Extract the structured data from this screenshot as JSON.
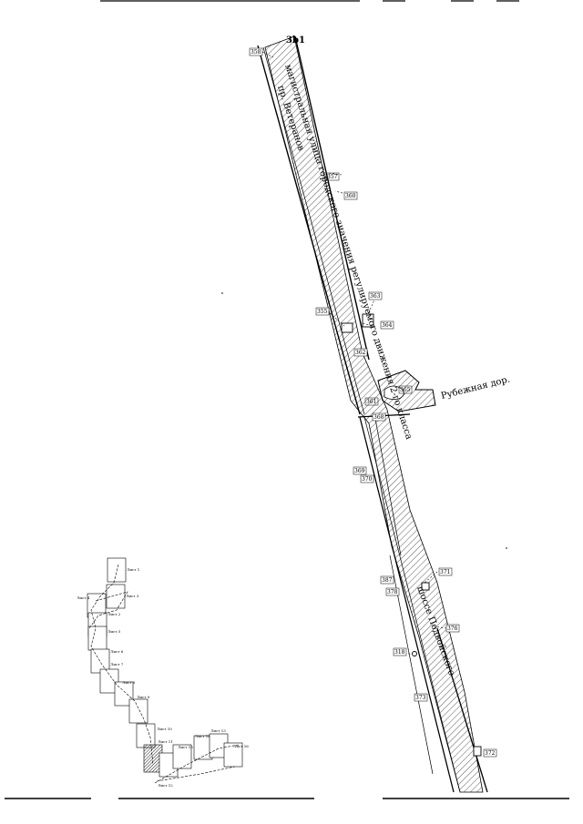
{
  "map": {
    "corner_label": "3b1",
    "main_road_label": "магистральная улица городского значения регулируемого движения 2-го класса",
    "street_label": "пр. Ветеранов",
    "side_road_label": "Рубежная дор.",
    "lower_road_label": "шоссе Подвойского",
    "point_labels": [
      "358",
      "357",
      "360",
      "355",
      "363",
      "364",
      "362",
      "365",
      "361",
      "368",
      "369",
      "370",
      "371",
      "387",
      "378",
      "376",
      "318",
      "373",
      "372"
    ],
    "colors": {
      "line": "#000000",
      "hatch": "#333333",
      "background": "#ffffff"
    }
  },
  "index_map": {
    "sheets": [
      "Лист 1",
      "Лист 2",
      "Лист 3",
      "Лист 4",
      "Лист 5",
      "Лист 6",
      "Лист 7",
      "Лист 8",
      "Лист 9",
      "Лист 10",
      "Лист 11",
      "Лист 12",
      "Лист 13",
      "Лист 14",
      "Лист 15",
      "Лист 16"
    ],
    "current_sheet": "Лист 11"
  }
}
